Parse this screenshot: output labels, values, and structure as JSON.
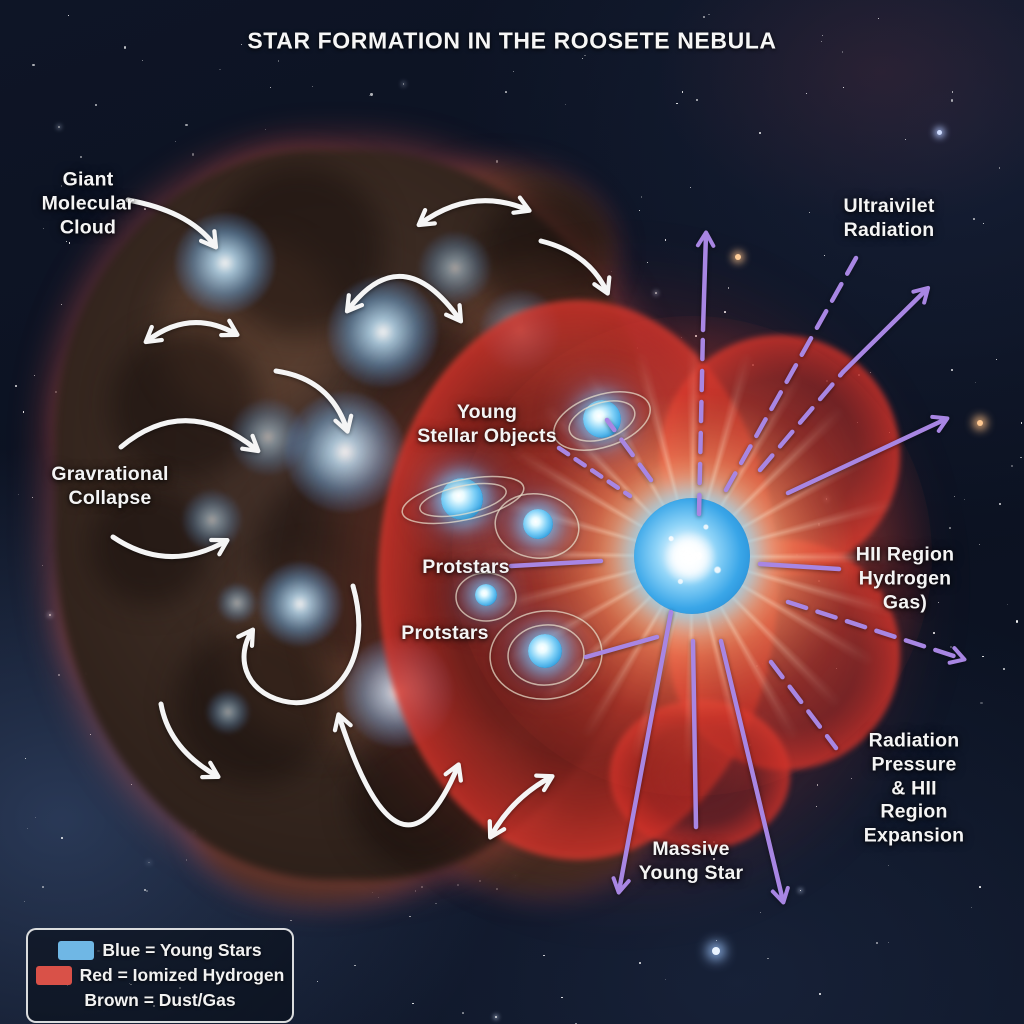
{
  "title": "STAR FORMATION IN THE ROOSETE NEBULA",
  "annotations": {
    "giant_molecular_cloud": "Giant\nMolecular\nCloud",
    "gravrational_collapse": "Gravrational\nCollapse",
    "ultraivilet_radiation": "Ultraivilet\nRadiation",
    "young_stellar_objects": "Young\nStellar Objects",
    "protstars_upper": "Protstars",
    "protstars_lower": "Protstars",
    "hii_region": "HII Region\nHydrogen Gas)",
    "radiation_pressure": "Radiation Pressure\n& HII Region\nExpansion",
    "massive_young_star": "Massive\nYoung Star"
  },
  "legend": {
    "items": [
      {
        "swatch": "#6fb7e5",
        "label": "Blue = Young Stars"
      },
      {
        "swatch": "#d95148",
        "label": "Red = Iomized Hydrogen"
      },
      {
        "swatch": "",
        "label": "Brown = Dust/Gas"
      }
    ]
  },
  "colors": {
    "space_background": "#0b1120",
    "flow_arrow_white": "#f5f5f5",
    "radiation_purple": "#a886e3",
    "young_star_blue": "#3aa6e8",
    "ionized_hydrogen_red": "#e2493b",
    "dust_gas_brown": "#3c2a22"
  }
}
